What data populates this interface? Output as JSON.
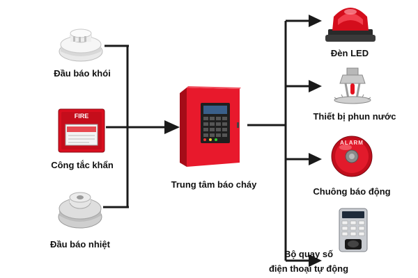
{
  "inputs": {
    "smoke_detector": {
      "label": "Đầu báo khói",
      "icon": "smoke-detector-icon"
    },
    "manual_call_point": {
      "label": "Công tắc khẩn",
      "sign": "FIRE",
      "icon": "manual-call-point-icon"
    },
    "heat_detector": {
      "label": "Đầu báo nhiệt",
      "icon": "heat-detector-icon"
    }
  },
  "center": {
    "label": "Trung tâm báo cháy",
    "icon": "fire-alarm-control-panel-icon"
  },
  "outputs": {
    "led_light": {
      "label": "Đèn LED",
      "icon": "red-beacon-light-icon"
    },
    "sprinkler": {
      "label": "Thiết bị phun nước",
      "icon": "sprinkler-head-icon"
    },
    "alarm_bell": {
      "label": "Chuông báo động",
      "ring_text": "ALARM",
      "icon": "alarm-bell-icon"
    },
    "auto_dialer": {
      "label_line1": "Bộ quay số",
      "label_line2": "điện thoại tự động",
      "icon": "auto-dialer-keypad-icon"
    }
  },
  "colors": {
    "connector": "#1a1a1a",
    "panel_red": "#e8192c",
    "device_red": "#d90f1f",
    "text": "#111111"
  }
}
